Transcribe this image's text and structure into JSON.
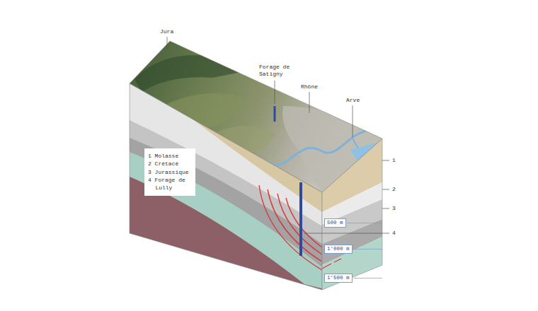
{
  "diagram": {
    "nodes": [
      {
        "text": [
          "1 Molasse",
          "2 Crétacé",
          "3 Jurassique",
          "4 Forage de Lully"
        ]
      },
      {
        "text": [
          "500 m"
        ]
      },
      {
        "text": [
          "1'000 m"
        ]
      },
      {
        "text": [
          "1'500 m"
        ]
      }
    ],
    "labels": [
      "Jura",
      "Forage de Satigny",
      "Rhône",
      "Arve",
      "1",
      "2",
      "3",
      "4"
    ]
  }
}
